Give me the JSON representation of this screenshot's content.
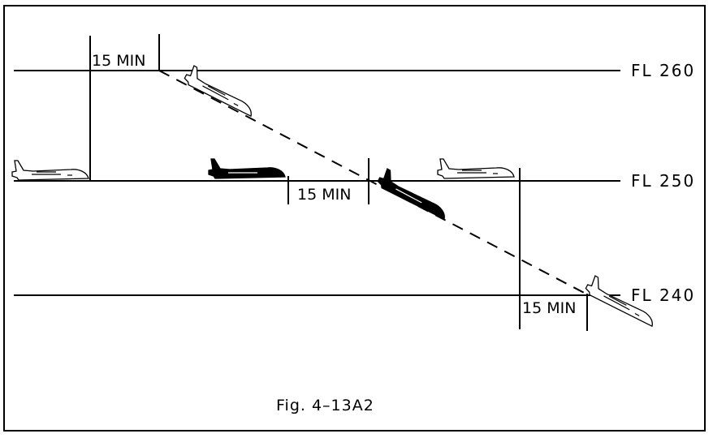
{
  "flight_levels": [
    {
      "id": "fl260",
      "label": "FL 260"
    },
    {
      "id": "fl250",
      "label": "FL 250"
    },
    {
      "id": "fl240",
      "label": "FL 240"
    }
  ],
  "intervals": [
    {
      "id": "a",
      "label": "15 MIN"
    },
    {
      "id": "b",
      "label": "15 MIN"
    },
    {
      "id": "c",
      "label": "15 MIN"
    }
  ],
  "caption": "Fig. 4–13A2",
  "colors": {
    "line": "#000000",
    "background": "#ffffff",
    "subject_aircraft": "#000000",
    "other_aircraft": "#ffffff"
  },
  "aircraft": [
    {
      "id": "descending-upper",
      "style": "outline",
      "attitude": "descending"
    },
    {
      "id": "left-level",
      "style": "outline",
      "attitude": "level"
    },
    {
      "id": "subject-level",
      "style": "filled",
      "attitude": "level"
    },
    {
      "id": "subject-descending",
      "style": "filled",
      "attitude": "descending"
    },
    {
      "id": "right-level",
      "style": "outline",
      "attitude": "level"
    },
    {
      "id": "descending-lower",
      "style": "outline",
      "attitude": "descending"
    }
  ]
}
